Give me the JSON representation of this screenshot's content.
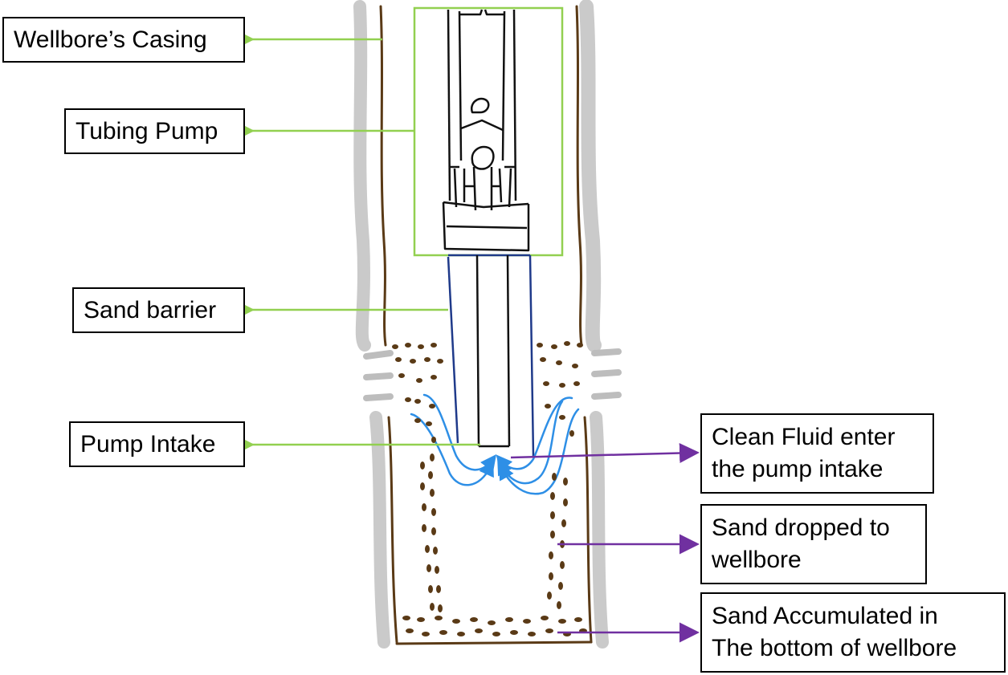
{
  "colors": {
    "casing": "#5a3a16",
    "casing_shadow": "#b3b3b3",
    "pump": "#111111",
    "pump_box": "#92d050",
    "barrier": "#1f3a8a",
    "flow": "#2e8fe6",
    "sand": "#5a3a16",
    "purple_arrow": "#7030a0",
    "green_arrow": "#92d050"
  },
  "labels_left": [
    {
      "text": "Wellbore’s Casing"
    },
    {
      "text": "Tubing Pump"
    },
    {
      "text": "Sand barrier"
    },
    {
      "text": "Pump Intake"
    }
  ],
  "labels_right": [
    {
      "lines": [
        "Clean Fluid enter",
        "the pump intake"
      ]
    },
    {
      "lines": [
        "Sand dropped to",
        "wellbore"
      ]
    },
    {
      "lines": [
        "Sand Accumulated in",
        "The bottom of wellbore"
      ]
    }
  ]
}
